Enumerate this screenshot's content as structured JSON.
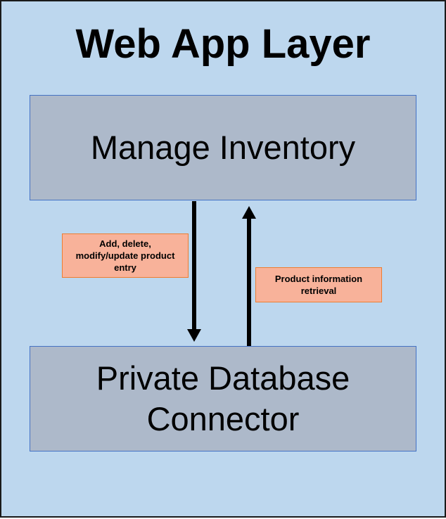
{
  "diagram": {
    "title": "Web App Layer",
    "top_box": {
      "label": "Manage Inventory"
    },
    "bottom_box": {
      "label_line1": "Private Database",
      "label_line2": "Connector"
    },
    "down_arrow": {
      "label": "Add, delete, modify/update product entry"
    },
    "up_arrow": {
      "label": "Product information retrieval"
    }
  },
  "colors": {
    "background": "#bdd7ee",
    "box_fill": "#adb9ca",
    "box_border": "#4472c4",
    "note_fill": "#f8b29a",
    "note_border": "#ed7d31",
    "arrow": "#000000"
  }
}
